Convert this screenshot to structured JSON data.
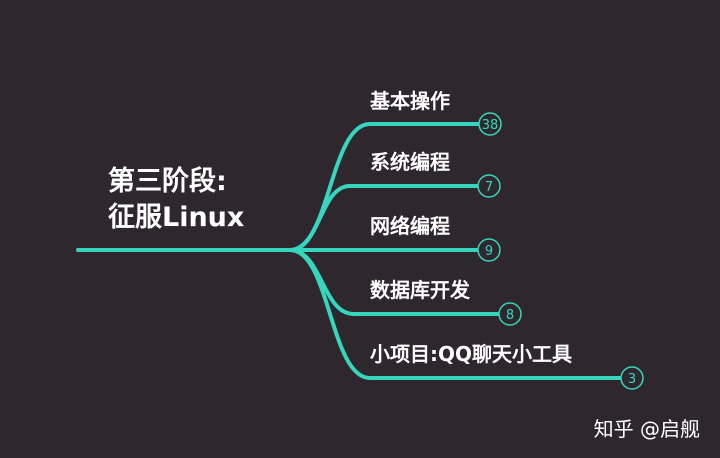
{
  "root": {
    "title_line1": "第三阶段:",
    "title_line2": "征服Linux"
  },
  "branches": [
    {
      "label": "基本操作",
      "count": "38"
    },
    {
      "label": "系统编程",
      "count": "7"
    },
    {
      "label": "网络编程",
      "count": "9"
    },
    {
      "label": "数据库开发",
      "count": "8"
    },
    {
      "label": "小项目:QQ聊天小工具",
      "count": "3"
    }
  ],
  "watermark": "知乎 @启舰",
  "colors": {
    "background": "#2e282e",
    "accent": "#35d6bd",
    "text": "#ffffff"
  }
}
